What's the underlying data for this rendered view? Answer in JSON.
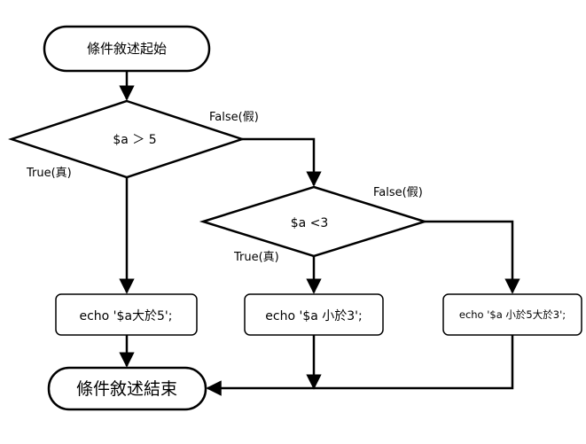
{
  "diagram": {
    "start_label": "條件敘述起始",
    "decision1_label": "$a  ＞ 5",
    "decision1_false": "False(假)",
    "decision1_true": "True(真)",
    "decision2_label": "$a <3",
    "decision2_false": "False(假)",
    "decision2_true": "True(真)",
    "box1_label": "echo '$a大於5';",
    "box2_label": "echo '$a 小於3';",
    "box3_label": "echo '$a  小於5大於3';",
    "end_label": "條件敘述結束"
  }
}
